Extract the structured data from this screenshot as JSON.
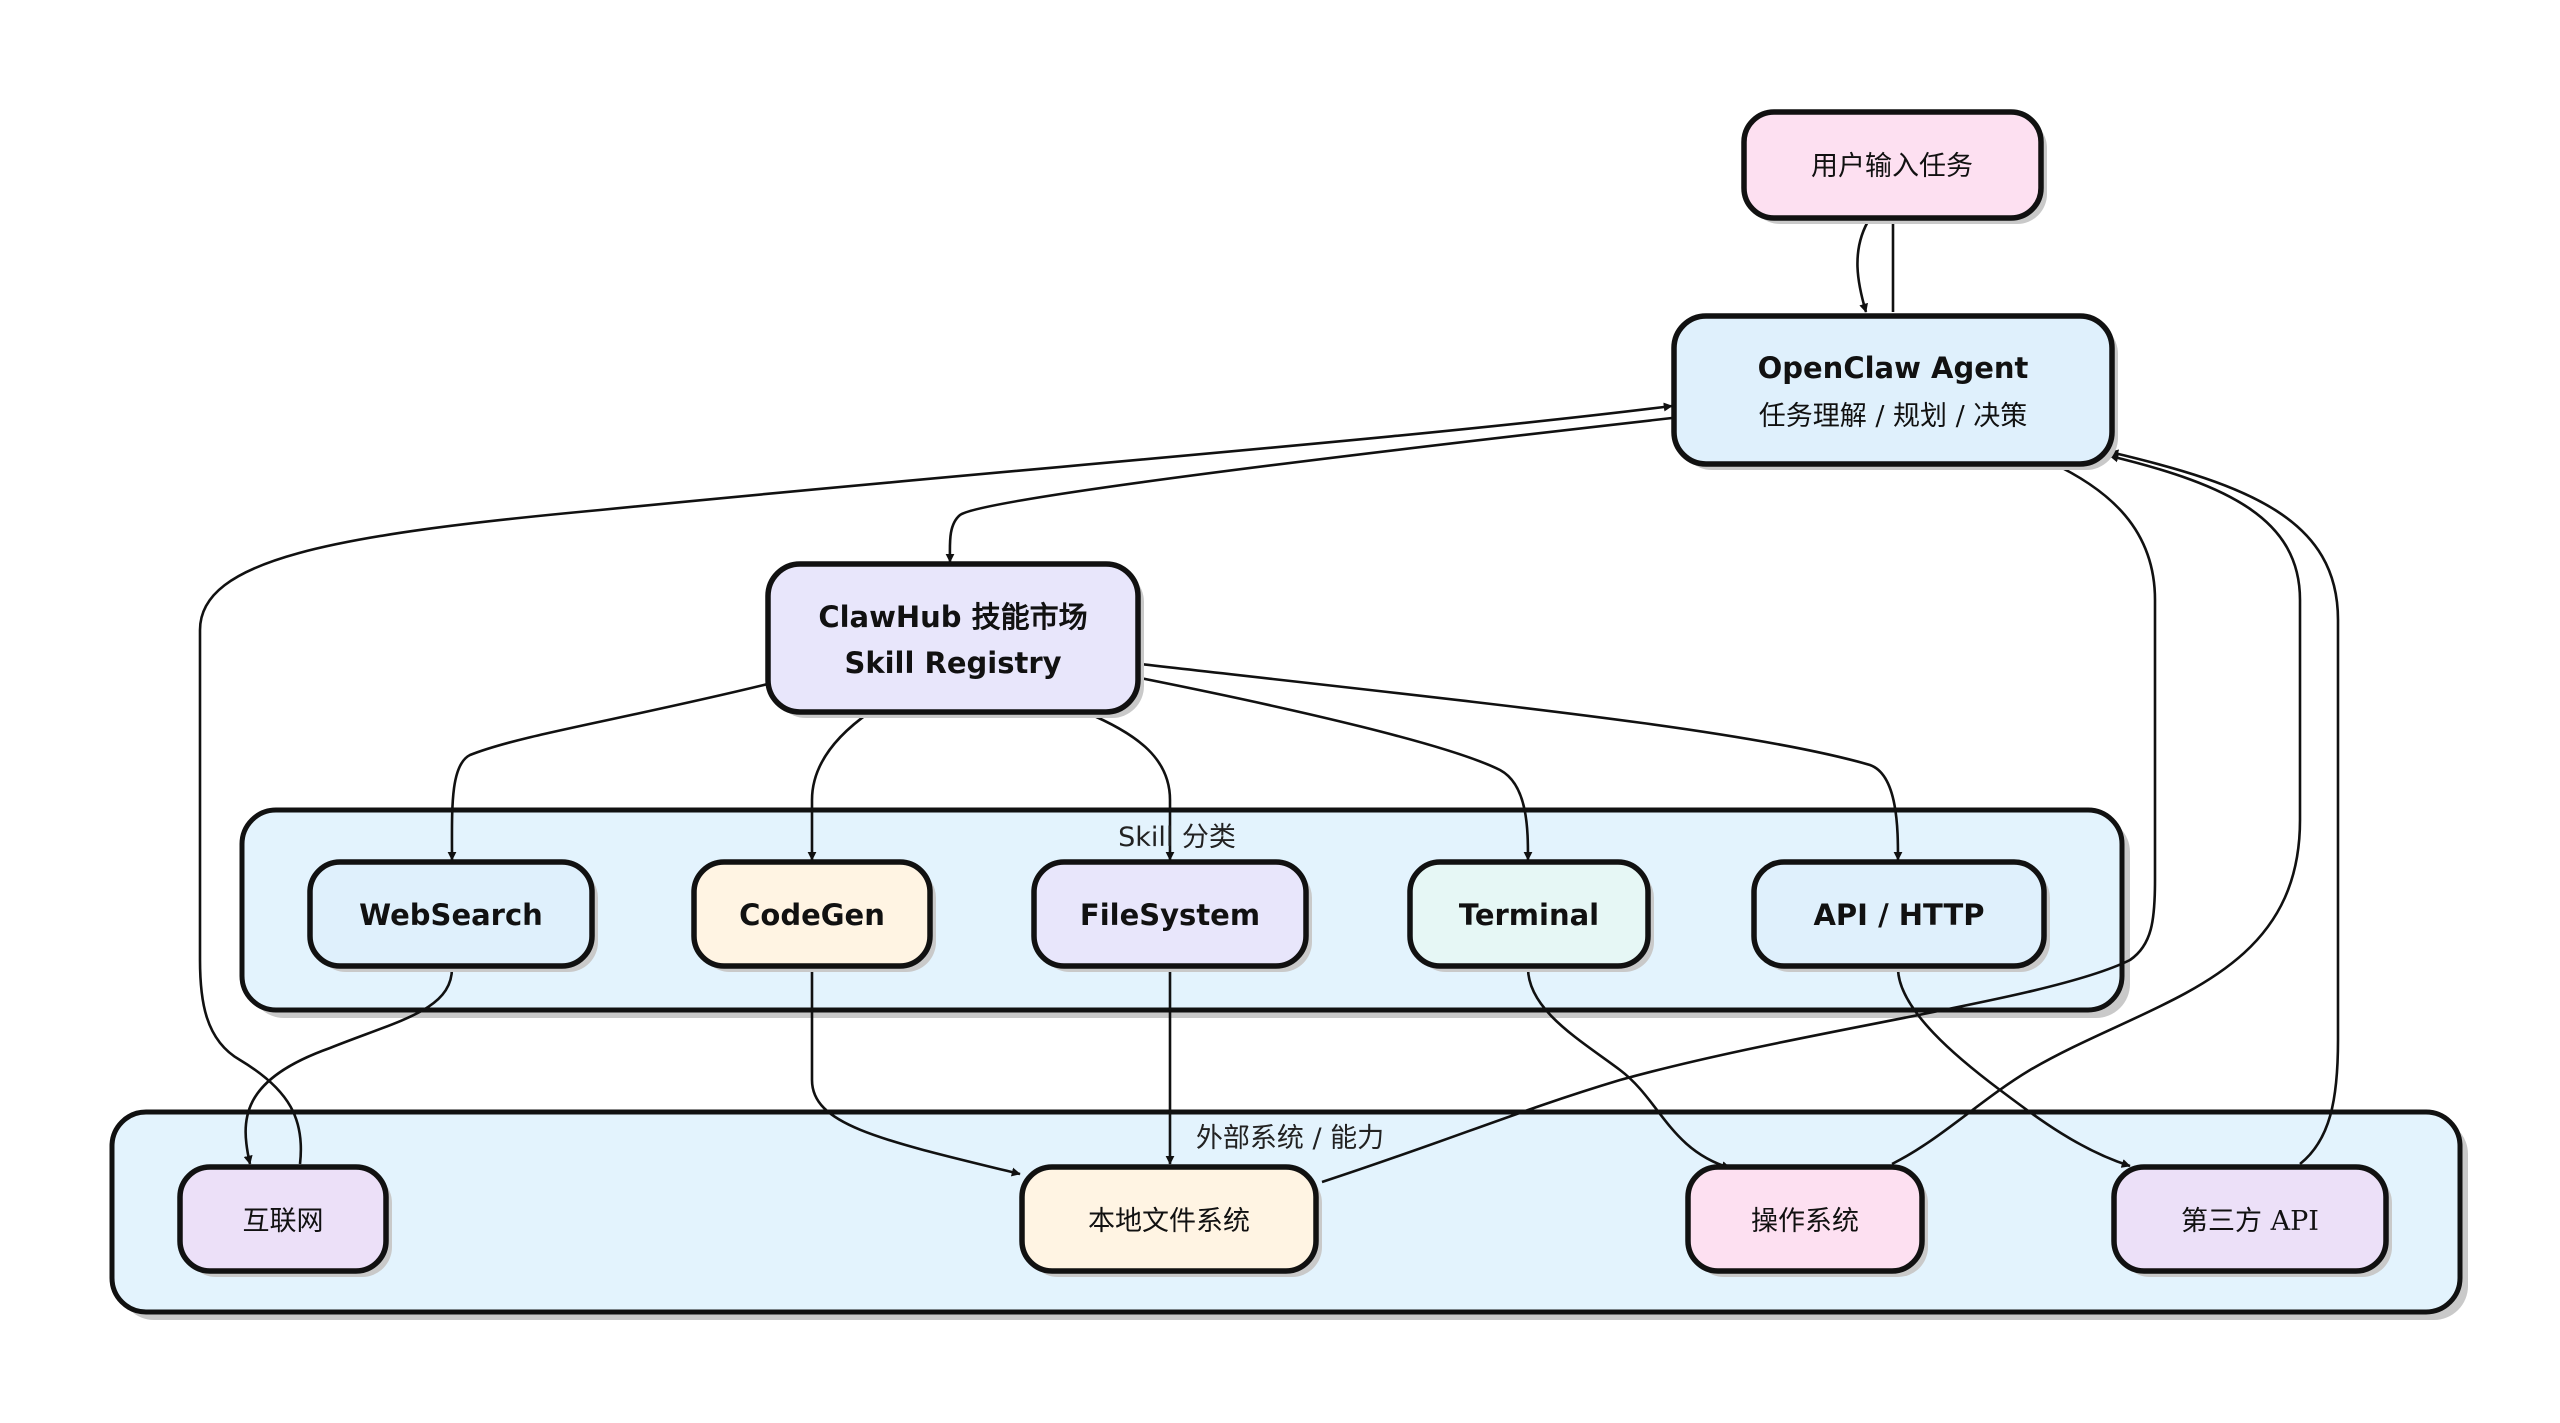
{
  "nodes": {
    "user_input": {
      "label": "用户输入任务"
    },
    "agent": {
      "title": "OpenClaw Agent",
      "subtitle": "任务理解 / 规划 / 决策"
    },
    "clawhub": {
      "title": "ClawHub 技能市场",
      "subtitle": "Skill Registry"
    },
    "websearch": {
      "label": "WebSearch"
    },
    "codegen": {
      "label": "CodeGen"
    },
    "filesystem": {
      "label": "FileSystem"
    },
    "terminal": {
      "label": "Terminal"
    },
    "api_http": {
      "label": "API / HTTP"
    },
    "internet": {
      "label": "互联网"
    },
    "local_fs": {
      "label": "本地文件系统"
    },
    "os": {
      "label": "操作系统"
    },
    "third_party_api": {
      "label": "第三方 API"
    }
  },
  "groups": {
    "skills": {
      "title": "Skill 分类"
    },
    "external": {
      "title": "外部系统 / 能力"
    }
  },
  "colors": {
    "group_fill": "#e3f3fd",
    "pink": "#fde0f1",
    "blue": "#dff0fc",
    "lavender": "#e8e6fb",
    "cream": "#fff4e3",
    "mint": "#e6f7f5",
    "purple": "#ece0f8",
    "stroke": "#111111"
  },
  "edges": [
    {
      "from": "agent",
      "to": "user_input"
    },
    {
      "from": "user_input",
      "to": "agent"
    },
    {
      "from": "agent",
      "to": "clawhub"
    },
    {
      "from": "clawhub",
      "to": "websearch"
    },
    {
      "from": "clawhub",
      "to": "codegen"
    },
    {
      "from": "clawhub",
      "to": "filesystem"
    },
    {
      "from": "clawhub",
      "to": "terminal"
    },
    {
      "from": "clawhub",
      "to": "api_http"
    },
    {
      "from": "websearch",
      "to": "internet"
    },
    {
      "from": "codegen",
      "to": "local_fs"
    },
    {
      "from": "filesystem",
      "to": "local_fs"
    },
    {
      "from": "terminal",
      "to": "os"
    },
    {
      "from": "api_http",
      "to": "third_party_api"
    },
    {
      "from": "internet",
      "to": "agent"
    },
    {
      "from": "local_fs",
      "to": "agent"
    },
    {
      "from": "os",
      "to": "agent"
    },
    {
      "from": "third_party_api",
      "to": "agent"
    }
  ]
}
